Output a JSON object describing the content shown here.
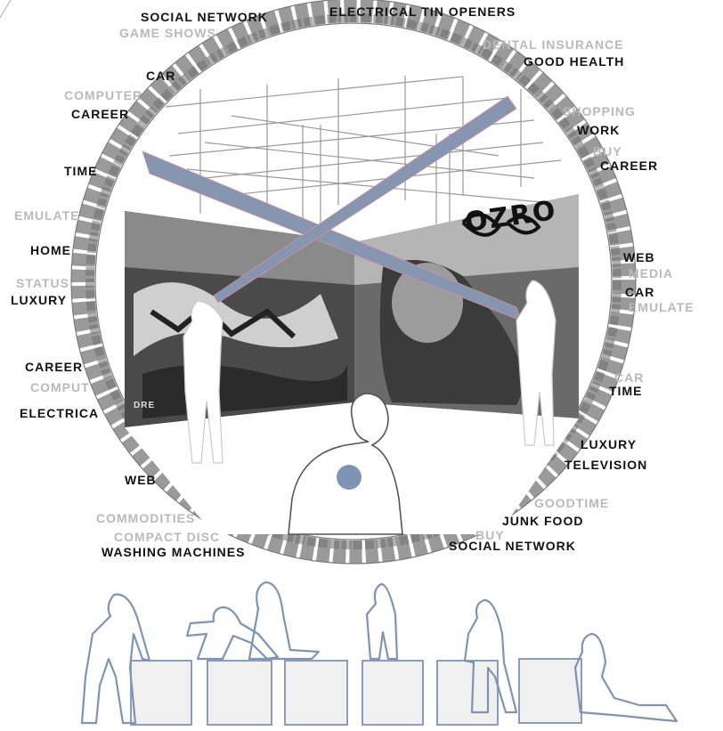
{
  "colors": {
    "ring_fill": "#8f8f8f",
    "ring_stroke": "#6e6e6e",
    "beam": "#8796b0",
    "figure_outline": "#7f93b3",
    "cube_fill": "#f0f0f0",
    "cube_stroke": "#7f93b3",
    "word_dark": "#111111",
    "word_light": "#b9b9b9"
  },
  "ring_words": [
    {
      "text": "SOCIAL NETWORK",
      "tone": "dark"
    },
    {
      "text": "ELECTRICAL TIN OPENERS",
      "tone": "dark"
    },
    {
      "text": "GAME SHOWS",
      "tone": "light"
    },
    {
      "text": "DENTAL INSURANCE",
      "tone": "light"
    },
    {
      "text": "GOOD HEALTH",
      "tone": "dark"
    },
    {
      "text": "CAR",
      "tone": "dark"
    },
    {
      "text": "COMPUTER",
      "tone": "light"
    },
    {
      "text": "CAREER",
      "tone": "dark"
    },
    {
      "text": "SHOPPING",
      "tone": "light"
    },
    {
      "text": "WORK",
      "tone": "dark"
    },
    {
      "text": "BUY",
      "tone": "light"
    },
    {
      "text": "CAREER",
      "tone": "dark"
    },
    {
      "text": "TIME",
      "tone": "dark"
    },
    {
      "text": "EMULATE",
      "tone": "light"
    },
    {
      "text": "HOME",
      "tone": "dark"
    },
    {
      "text": "WEB",
      "tone": "dark"
    },
    {
      "text": "MEDIA",
      "tone": "light"
    },
    {
      "text": "STATUS",
      "tone": "light"
    },
    {
      "text": "LUXURY",
      "tone": "dark"
    },
    {
      "text": "CAR",
      "tone": "dark"
    },
    {
      "text": "EMULATE",
      "tone": "light"
    },
    {
      "text": "CAREER",
      "tone": "dark"
    },
    {
      "text": "CAR",
      "tone": "light"
    },
    {
      "text": "COMPUT",
      "tone": "light"
    },
    {
      "text": "TIME",
      "tone": "dark"
    },
    {
      "text": "ELECTRICA",
      "tone": "dark"
    },
    {
      "text": "LUXURY",
      "tone": "dark"
    },
    {
      "text": "TELEVISION",
      "tone": "dark"
    },
    {
      "text": "WEB",
      "tone": "dark"
    },
    {
      "text": "GOODTIME",
      "tone": "light"
    },
    {
      "text": "JUNK FOOD",
      "tone": "dark"
    },
    {
      "text": "COMMODITIES",
      "tone": "light"
    },
    {
      "text": "BUY",
      "tone": "light"
    },
    {
      "text": "COMPACT DISC",
      "tone": "light"
    },
    {
      "text": "SOCIAL NETWORK",
      "tone": "dark"
    },
    {
      "text": "WASHING MACHINES",
      "tone": "dark"
    }
  ],
  "graffiti_tag": "OZRO",
  "graffiti_left": "DRE"
}
